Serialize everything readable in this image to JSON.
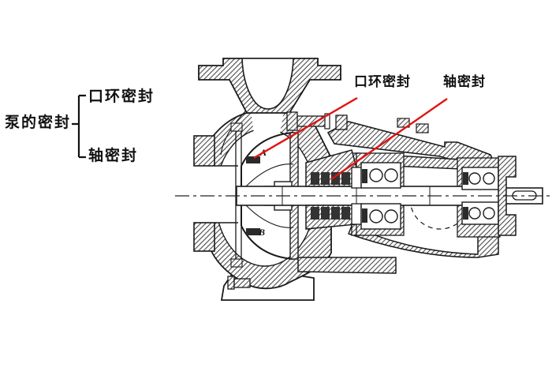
{
  "colors": {
    "leader_line": "#e31212",
    "line_art": "#1a1a1a",
    "background": "#ffffff"
  },
  "taxonomy": {
    "root_label": "泵的密封",
    "children": [
      {
        "label": "口环密封"
      },
      {
        "label": "轴密封"
      }
    ]
  },
  "callouts": {
    "ring_seal": {
      "label": "口环密封"
    },
    "shaft_seal": {
      "label": "轴密封"
    }
  },
  "diagram_letters": {
    "a": "A",
    "b": "B"
  }
}
